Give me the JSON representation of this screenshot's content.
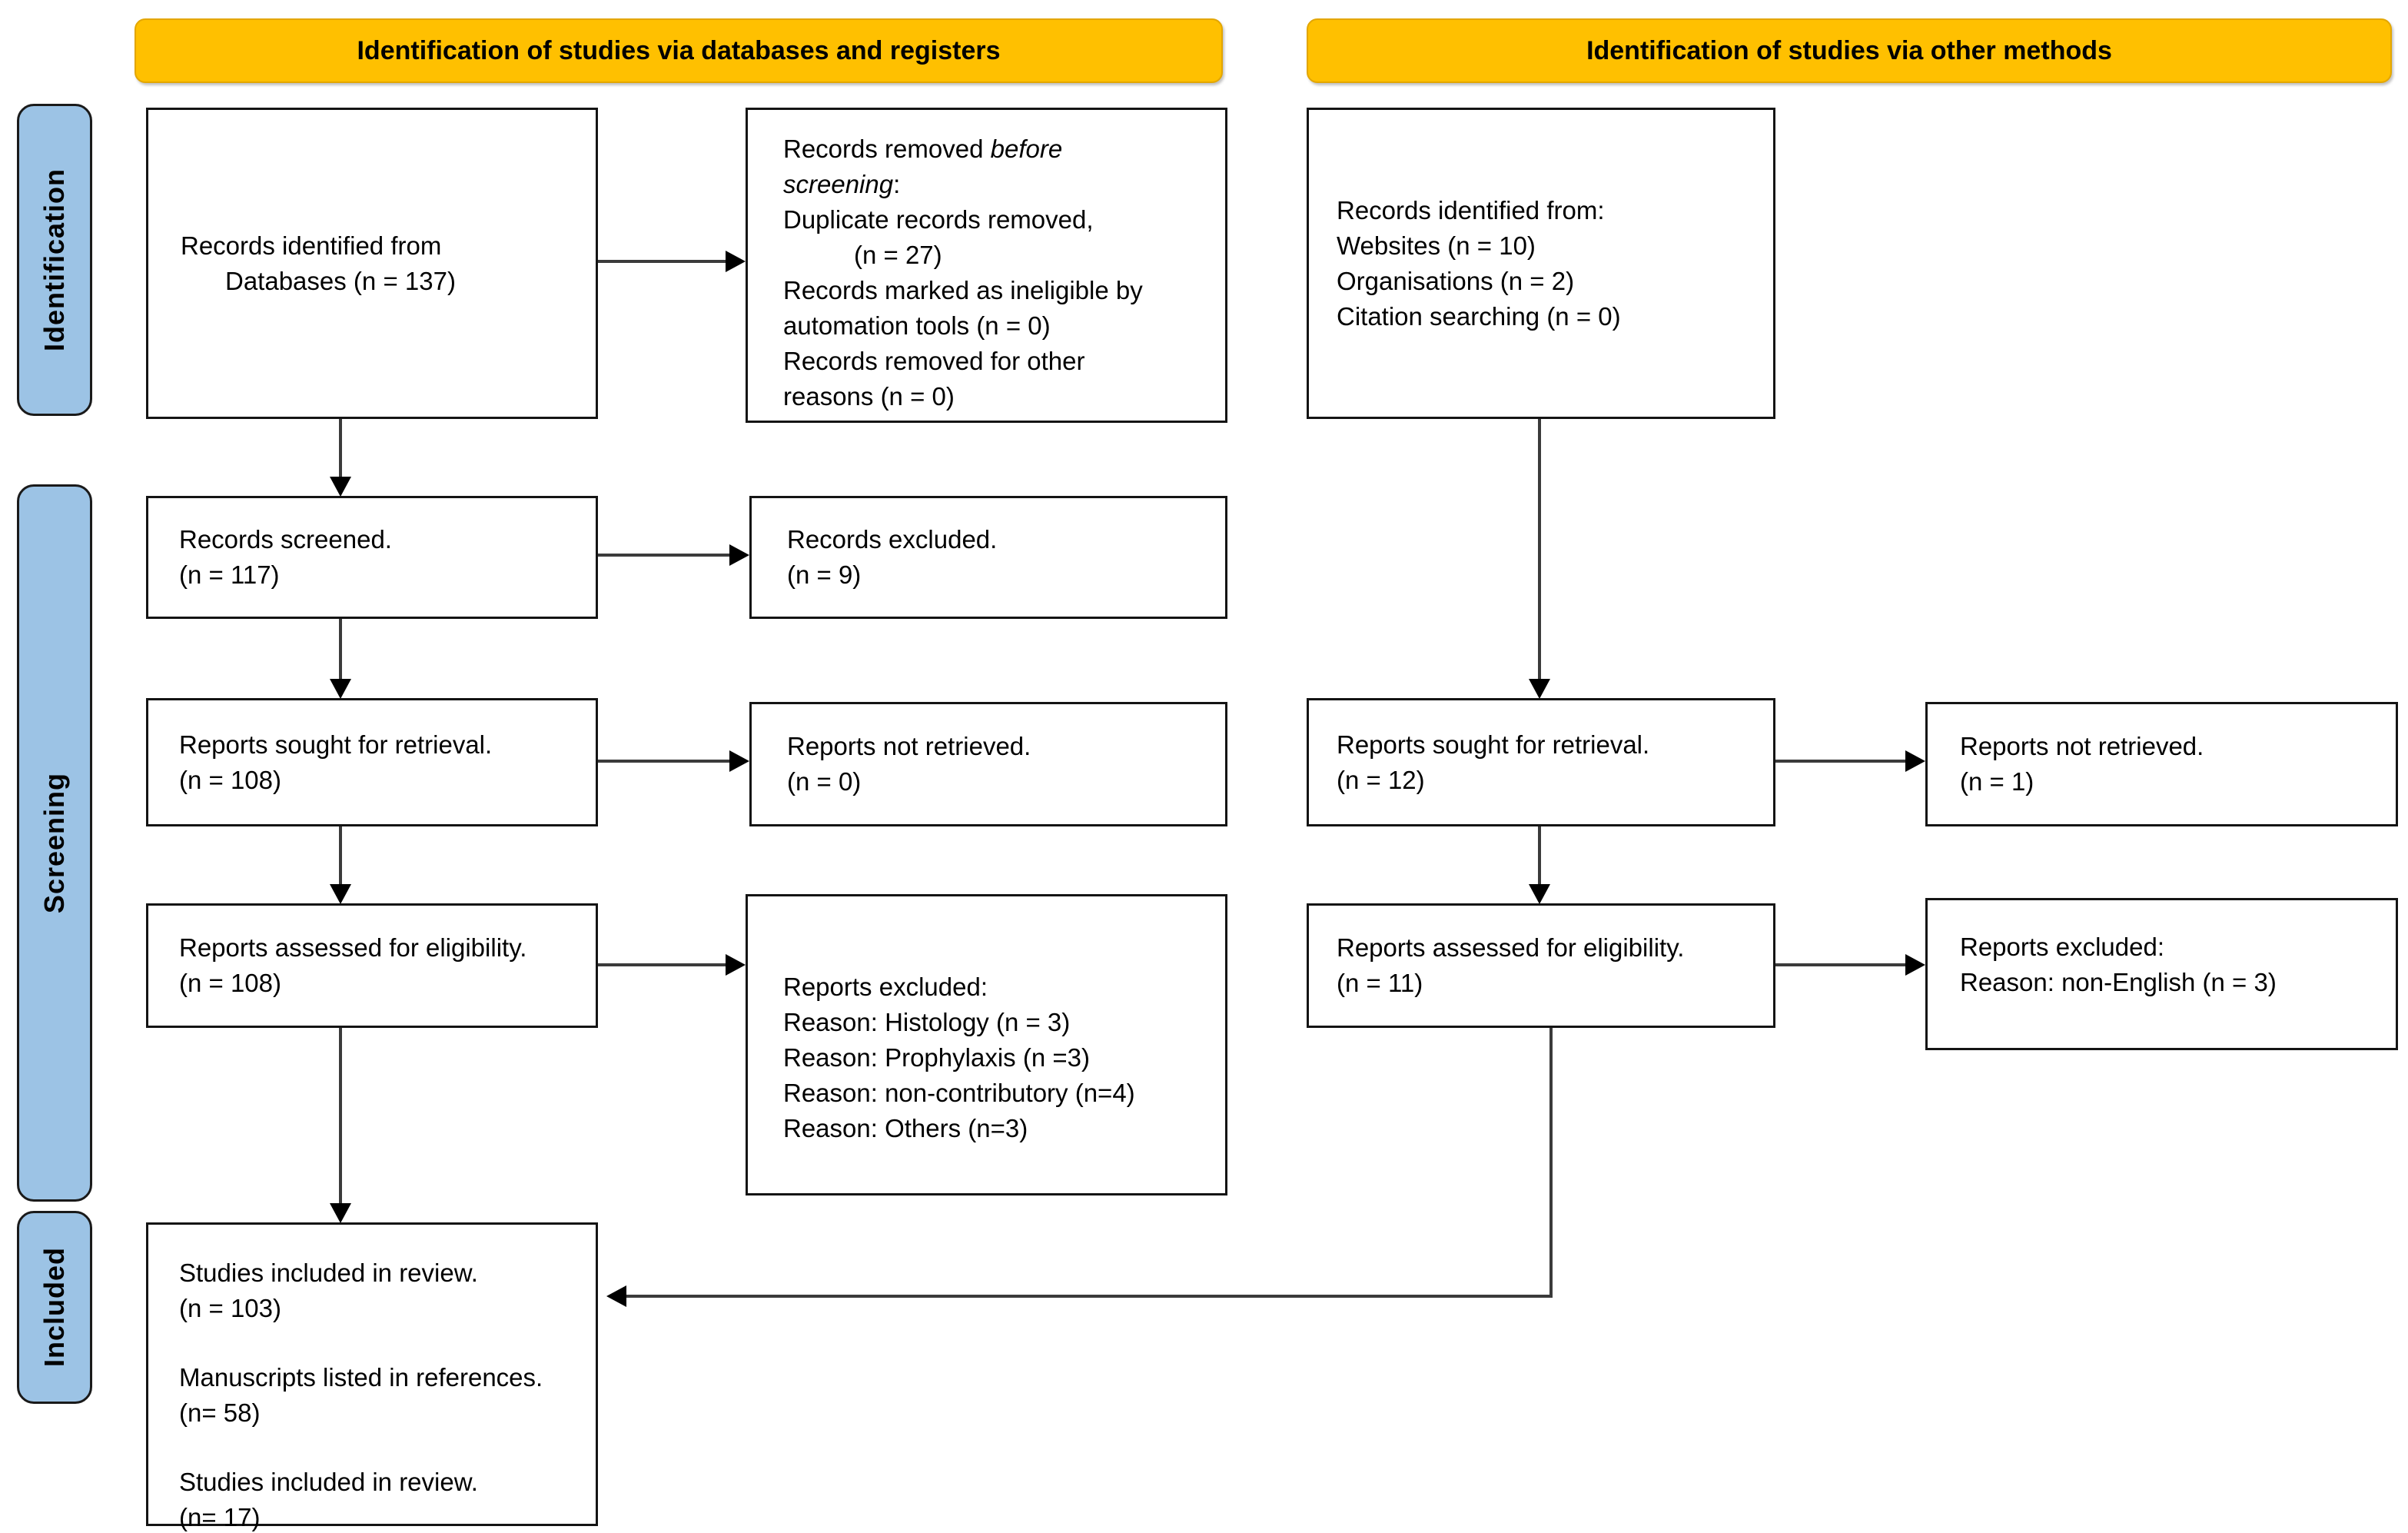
{
  "colors": {
    "header_bg": "#FFC000",
    "stage_bg": "#9CC3E5",
    "box_border": "#141414",
    "arrow_line": "#3b3b3b",
    "text": "#000000"
  },
  "headers": {
    "databases": "Identification of studies via databases and registers",
    "other": "Identification of studies via other methods"
  },
  "stages": {
    "identification": "Identification",
    "screening": "Screening",
    "included": "Included"
  },
  "boxes": {
    "records_identified_db": {
      "line1": "Records identified from",
      "line2": "Databases (n = 137)"
    },
    "records_removed": {
      "l1a": "Records removed ",
      "l1b": "before",
      "l2a": "screening",
      "l2b": ":",
      "l3": "Duplicate records removed,",
      "l4": "(n = 27)",
      "l5": "Records marked as ineligible by",
      "l6": "automation tools (n = 0)",
      "l7": "Records removed for other",
      "l8": "reasons (n = 0)"
    },
    "records_identified_other": {
      "line1": "Records identified from:",
      "line2": "Websites (n = 10)",
      "line3": "Organisations (n = 2)",
      "line4": "Citation searching (n = 0)"
    },
    "records_screened": {
      "line1": "Records screened.",
      "line2": "(n = 117)"
    },
    "records_excluded": {
      "line1": "Records excluded.",
      "line2": "(n = 9)"
    },
    "reports_sought_db": {
      "line1": "Reports sought for retrieval.",
      "line2": "(n = 108)"
    },
    "reports_not_retrieved_db": {
      "line1": "Reports not retrieved.",
      "line2": "(n = 0)"
    },
    "reports_assessed_db": {
      "line1": "Reports assessed for eligibility.",
      "line2": "(n = 108)"
    },
    "reports_excluded_db": {
      "line1": "Reports excluded:",
      "line2": "Reason: Histology (n = 3)",
      "line3": "Reason: Prophylaxis (n =3)",
      "line4": "Reason: non-contributory (n=4)",
      "line5": "Reason: Others (n=3)"
    },
    "reports_sought_other": {
      "line1": "Reports sought for retrieval.",
      "line2": "(n = 12)"
    },
    "reports_not_retrieved_other": {
      "line1": "Reports not retrieved.",
      "line2": "(n = 1)"
    },
    "reports_assessed_other": {
      "line1": "Reports assessed for eligibility.",
      "line2": "(n = 11)"
    },
    "reports_excluded_other": {
      "line1": "Reports excluded:",
      "line2": "Reason: non-English (n = 3)"
    },
    "included_studies": {
      "line1": "Studies included in review.",
      "line2": "(n = 103)",
      "line3": "Manuscripts listed in references.",
      "line4": "(n= 58)",
      "line5": "Studies included in review.",
      "line6": "(n= 17)"
    }
  }
}
